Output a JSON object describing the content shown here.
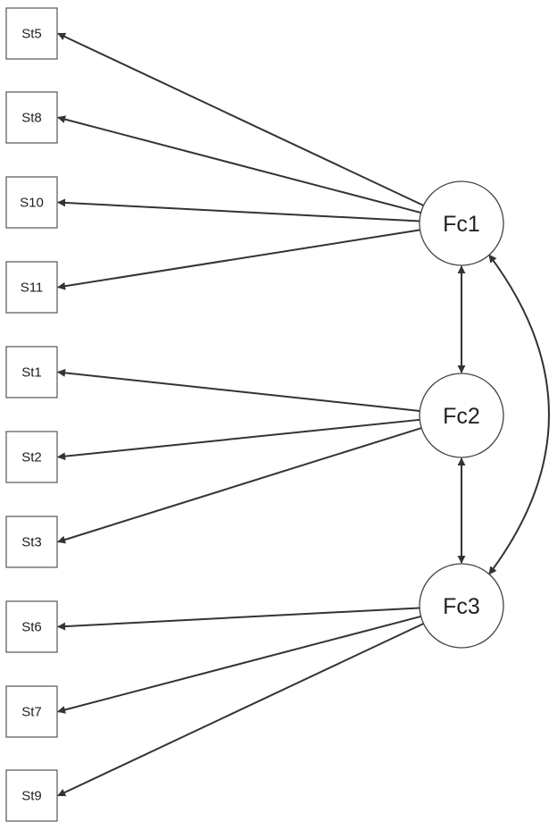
{
  "indicators": [
    {
      "id": "St5",
      "label": "St5"
    },
    {
      "id": "St8",
      "label": "St8"
    },
    {
      "id": "S10",
      "label": "S10"
    },
    {
      "id": "S11",
      "label": "S11"
    },
    {
      "id": "St1",
      "label": "St1"
    },
    {
      "id": "St2",
      "label": "St2"
    },
    {
      "id": "St3",
      "label": "St3"
    },
    {
      "id": "St6",
      "label": "St6"
    },
    {
      "id": "St7",
      "label": "St7"
    },
    {
      "id": "St9",
      "label": "St9"
    }
  ],
  "factors": [
    {
      "id": "Fc1",
      "label": "Fc1"
    },
    {
      "id": "Fc2",
      "label": "Fc2"
    },
    {
      "id": "Fc3",
      "label": "Fc3"
    }
  ],
  "loadings": [
    {
      "from": "Fc1",
      "to": "St5"
    },
    {
      "from": "Fc1",
      "to": "St8"
    },
    {
      "from": "Fc1",
      "to": "S10"
    },
    {
      "from": "Fc1",
      "to": "S11"
    },
    {
      "from": "Fc2",
      "to": "St1"
    },
    {
      "from": "Fc2",
      "to": "St2"
    },
    {
      "from": "Fc2",
      "to": "St3"
    },
    {
      "from": "Fc3",
      "to": "St6"
    },
    {
      "from": "Fc3",
      "to": "St7"
    },
    {
      "from": "Fc3",
      "to": "St9"
    }
  ],
  "covariances": [
    {
      "a": "Fc1",
      "b": "Fc2"
    },
    {
      "a": "Fc2",
      "b": "Fc3"
    },
    {
      "a": "Fc1",
      "b": "Fc3"
    }
  ],
  "colors": {
    "stroke": "#333333",
    "box_stroke": "#555555",
    "background": "#ffffff"
  }
}
